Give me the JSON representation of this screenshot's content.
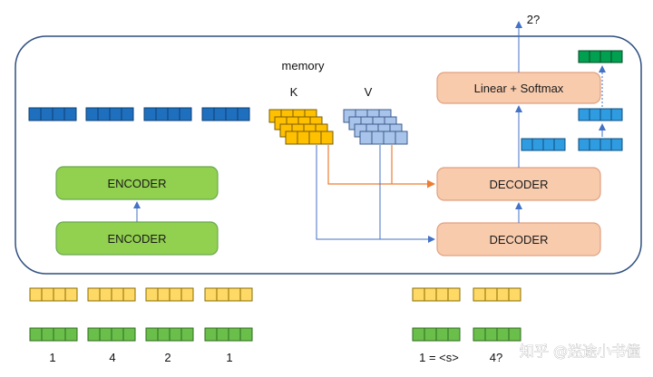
{
  "labels": {
    "memory": "memory",
    "k": "K",
    "v": "V",
    "output": "2?",
    "linear_softmax": "Linear + Softmax",
    "decoder_top": "DECODER",
    "decoder_bottom": "DECODER",
    "encoder_top": "ENCODER",
    "encoder_bottom": "ENCODER",
    "input_tokens": [
      "1",
      "4",
      "2",
      "1"
    ],
    "decoder_token_1": "1 = <s>",
    "decoder_token_2": "4?",
    "watermark": "知乎 @迷途小书僮"
  },
  "colors": {
    "encoder_fill": "#92d050",
    "encoder_stroke": "#6aa84f",
    "decoder_fill": "#f8cbad",
    "decoder_stroke": "#e0a080",
    "dark_blue_vector": "#1f6fbf",
    "light_blue_vector": "#2f9be0",
    "k_vector": "#ffc000",
    "v_vector": "#a9c4ea",
    "yellow_vector": "#ffd966",
    "green_vector": "#6abf4b",
    "dark_green_vector": "#00a050",
    "arrow_blue": "#4472c4",
    "arrow_orange": "#ed7d31",
    "frame_stroke": "#2f4f7f"
  }
}
